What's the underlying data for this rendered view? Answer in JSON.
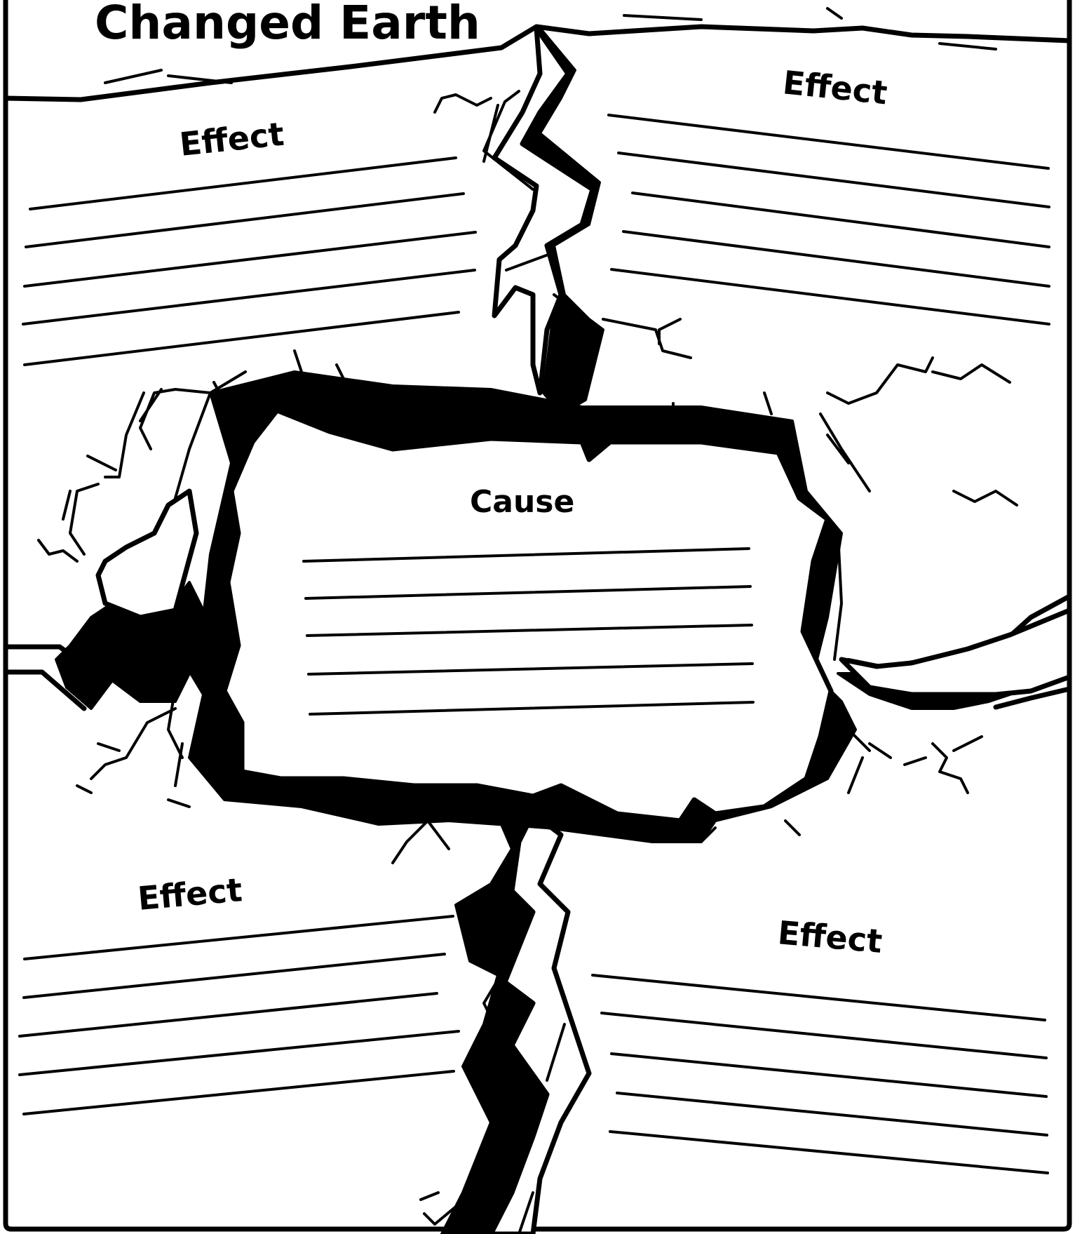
{
  "title": "Changed Earth",
  "cause": {
    "label": "Cause"
  },
  "effects": [
    {
      "label": "Effect"
    },
    {
      "label": "Effect"
    },
    {
      "label": "Effect"
    },
    {
      "label": "Effect"
    }
  ],
  "colors": {
    "ink": "#000000",
    "paper": "#ffffff"
  }
}
